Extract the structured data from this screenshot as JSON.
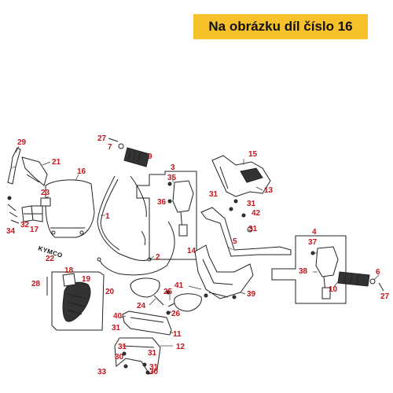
{
  "banner": {
    "text": "Na obrázku díl číslo 16"
  },
  "logo_text": "KYMCO",
  "accent_color": "#c4161c",
  "banner_color": "#f6c12a",
  "callouts": [
    "29",
    "21",
    "16",
    "23",
    "32",
    "17",
    "34",
    "22",
    "18",
    "19",
    "28",
    "20",
    "27",
    "7",
    "9",
    "3",
    "35",
    "36",
    "1",
    "2",
    "15",
    "31",
    "13",
    "31",
    "42",
    "31",
    "5",
    "4",
    "37",
    "14",
    "41",
    "39",
    "38",
    "10",
    "6",
    "27",
    "24",
    "25",
    "26",
    "40",
    "31",
    "11",
    "31",
    "12",
    "33",
    "31",
    "30",
    "31",
    "30"
  ]
}
